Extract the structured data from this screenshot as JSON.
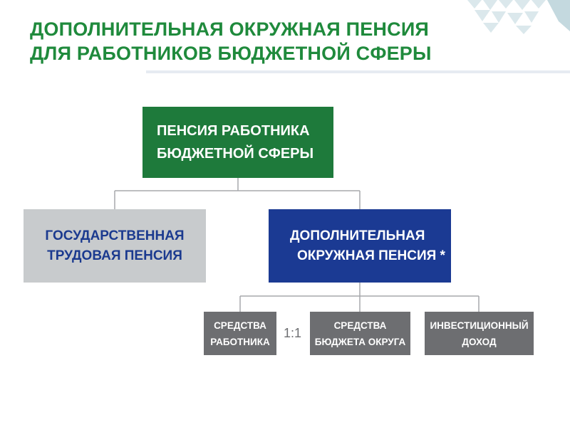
{
  "header": {
    "title_line1": "ДОПОЛНИТЕЛЬНАЯ ОКРУЖНАЯ ПЕНСИЯ",
    "title_line2": "ДЛЯ РАБОТНИКОВ БЮДЖЕТНОЙ СФЕРЫ"
  },
  "diagram": {
    "root": {
      "line1": "ПЕНСИЯ РАБОТНИКА",
      "line2": "БЮДЖЕТНОЙ СФЕРЫ"
    },
    "state_pension": {
      "line1": "ГОСУДАРСТВЕННАЯ",
      "line2": "ТРУДОВАЯ ПЕНСИЯ"
    },
    "additional_pension": {
      "line1": "ДОПОЛНИТЕЛЬНАЯ",
      "line2": "ОКРУЖНАЯ ПЕНСИЯ *"
    },
    "sources": [
      {
        "line1": "СРЕДСТВА",
        "line2": "РАБОТНИКА"
      },
      {
        "line1": "СРЕДСТВА",
        "line2": "БЮДЖЕТА ОКРУГА"
      },
      {
        "line1": "ИНВЕСТИЦИОННЫЙ",
        "line2": "ДОХОД"
      }
    ],
    "ratio": "1:1"
  },
  "colors": {
    "title_green": "#1f8a3c",
    "root_green": "#1e7a3b",
    "state_gray": "#c8cbcd",
    "state_text_blue": "#1b3a8f",
    "additional_blue": "#1b3a93",
    "source_gray": "#6d6e71",
    "connector_gray": "#a7a9ac"
  }
}
